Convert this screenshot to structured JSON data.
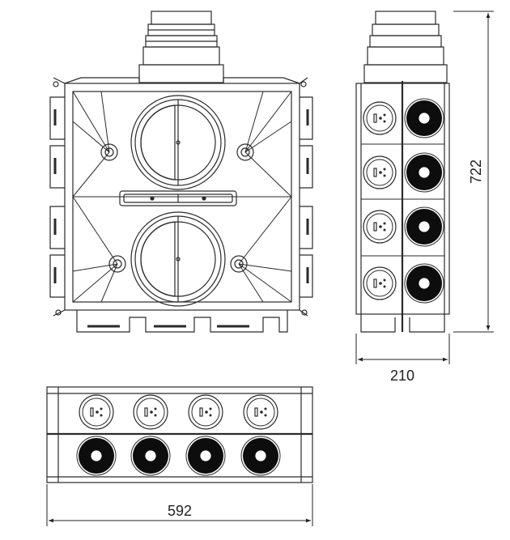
{
  "dimensions": {
    "height_label": "722",
    "side_width_label": "210",
    "bottom_width_label": "592"
  },
  "colors": {
    "line": "#2a2a2a",
    "outlet_black": "#0d0d0d",
    "background": "#ffffff"
  }
}
